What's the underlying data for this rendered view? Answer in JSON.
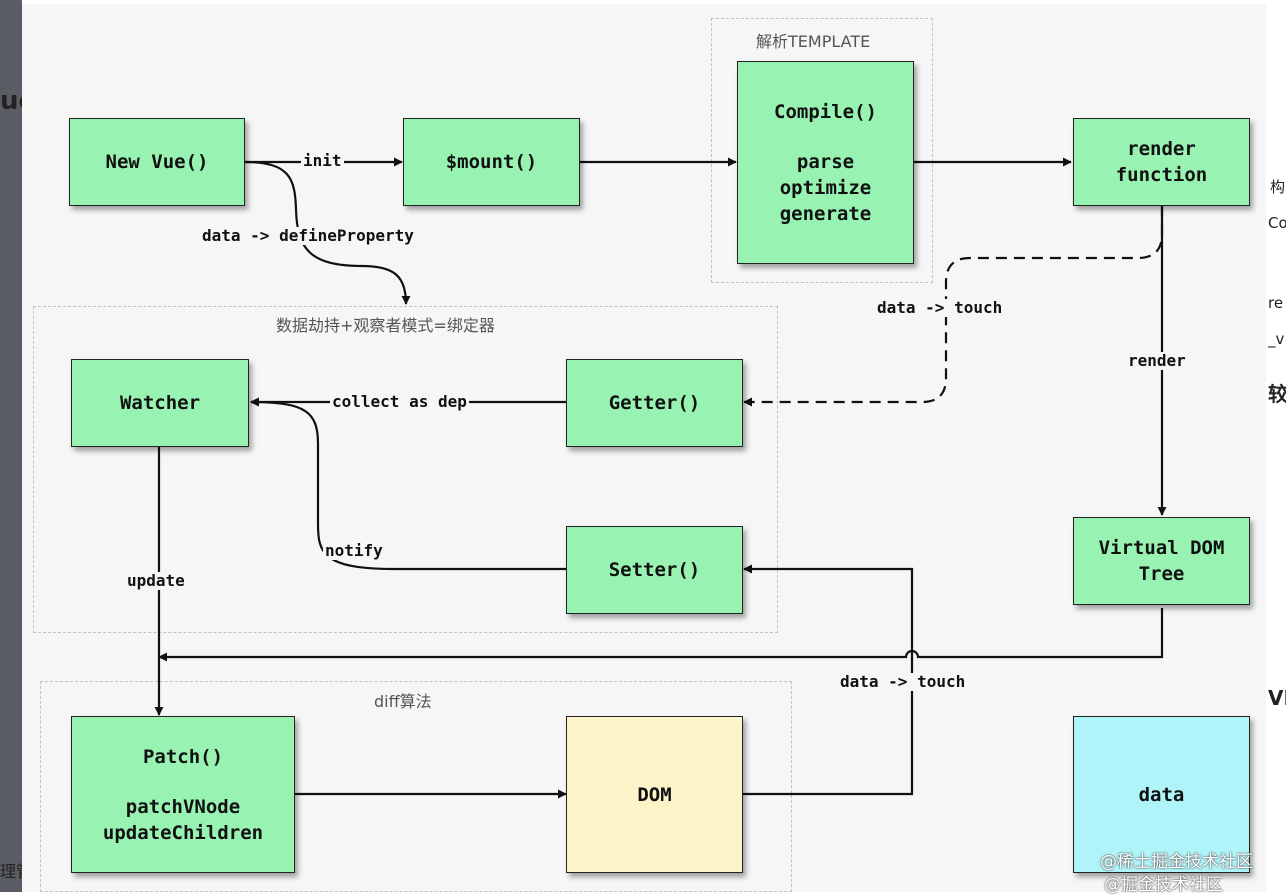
{
  "side_text": {
    "left": [
      {
        "id": "l1",
        "text": "ue"
      },
      {
        "id": "l2",
        "text": "理管"
      }
    ],
    "right": [
      {
        "id": "r1",
        "text": "构"
      },
      {
        "id": "r2",
        "text": "Co"
      },
      {
        "id": "r3",
        "text": "re"
      },
      {
        "id": "r4",
        "text": "_v"
      },
      {
        "id": "r5",
        "text": "较"
      },
      {
        "id": "r6",
        "text": "VN"
      }
    ]
  },
  "groups": {
    "template": "解析TEMPLATE",
    "reactive": "数据劫持+观察者模式=绑定器",
    "diff": "diff算法"
  },
  "nodes": {
    "new_vue": [
      "New Vue()"
    ],
    "mount": [
      "$mount()"
    ],
    "compile": {
      "title": "Compile()",
      "lines": [
        "parse",
        "optimize",
        "generate"
      ]
    },
    "render_function": [
      "render",
      "function"
    ],
    "watcher": [
      "Watcher"
    ],
    "getter": [
      "Getter()"
    ],
    "setter": [
      "Setter()"
    ],
    "vdom": [
      "Virtual DOM",
      "Tree"
    ],
    "patch": {
      "title": "Patch()",
      "lines": [
        "patchVNode",
        "updateChildren"
      ]
    },
    "dom": [
      "DOM"
    ],
    "data": [
      "data"
    ]
  },
  "edge_labels": {
    "init": "init",
    "define_property": "data -> defineProperty",
    "touch_getter": "data -> touch",
    "render": "render",
    "collect": "collect as dep",
    "notify": "notify",
    "update": "update",
    "touch_setter": "data -> touch"
  },
  "colors": {
    "node_green": "#98f3b3",
    "node_dom": "#fcf3c9",
    "node_data": "#aef4f8",
    "canvas": "#f6f6f6",
    "edge": "#111111"
  },
  "watermark": [
    "@稀土掘金技术社区",
    "@掘金技术社区"
  ]
}
